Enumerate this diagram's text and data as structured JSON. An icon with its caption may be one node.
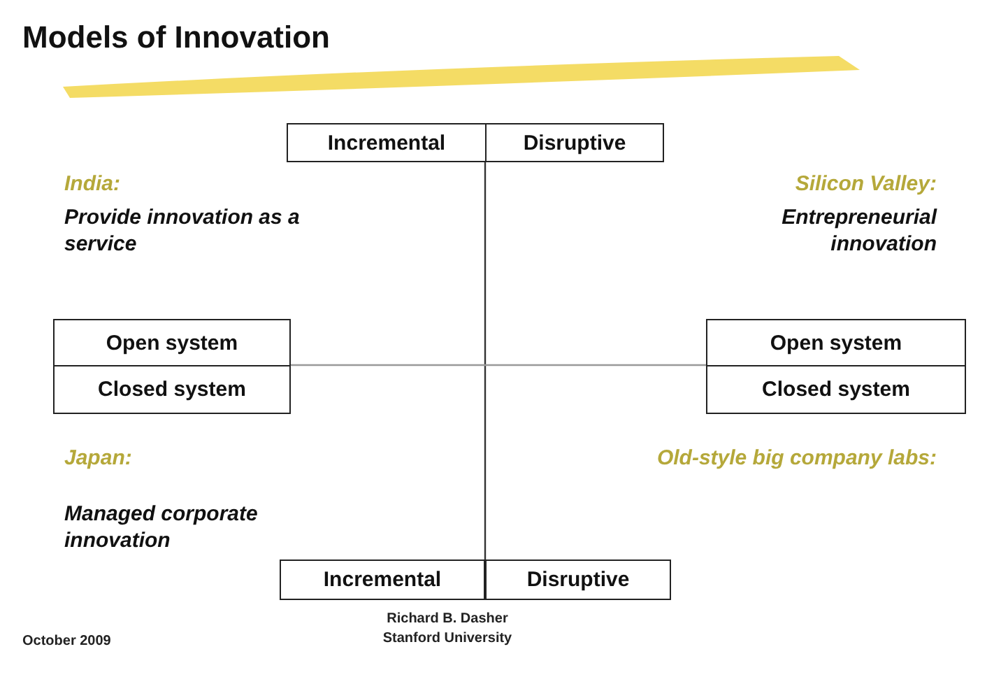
{
  "diagram": {
    "title": "Models of Innovation",
    "nodes": [
      {
        "text": [
          "Incremental"
        ]
      },
      {
        "text": [
          "Disruptive"
        ]
      },
      {
        "text": [
          "Open system"
        ]
      },
      {
        "text": [
          "Closed system"
        ]
      },
      {
        "text": [
          "Open system"
        ]
      },
      {
        "text": [
          "Closed system"
        ]
      },
      {
        "text": [
          "Incremental"
        ]
      },
      {
        "text": [
          "Disruptive"
        ]
      }
    ],
    "labels": [
      "India:",
      "Silicon Valley:",
      "Provide innovation as a service",
      "Entrepreneurial innovation",
      "Japan:",
      "Old-style big company labs:",
      "Managed corporate innovation",
      "October 2009",
      "Richard B. Dasher",
      "Stanford University"
    ]
  }
}
